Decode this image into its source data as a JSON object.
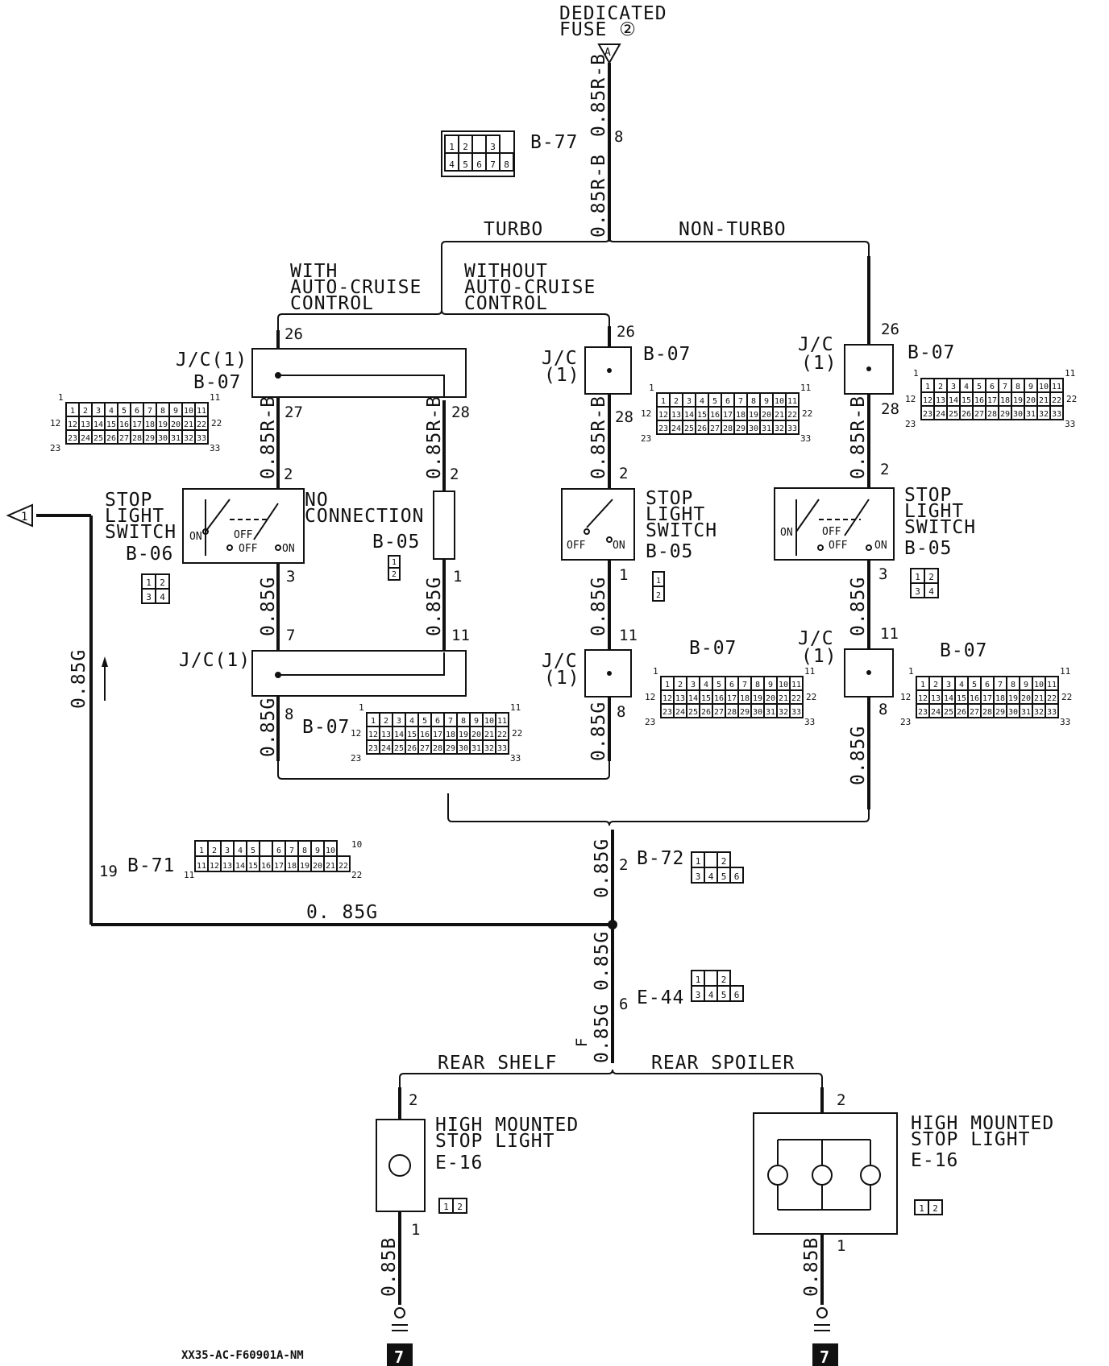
{
  "title_code": "XX35-AC-F60901A-NM",
  "page_refs": [
    "7",
    "7"
  ],
  "fuse": {
    "line1": "DEDICATED",
    "line2": "FUSE ②",
    "marker": "A"
  },
  "offpage": {
    "marker": "1"
  },
  "splits": {
    "turbo": "TURBO",
    "non_turbo": "NON-TURBO",
    "with_acc": [
      "WITH",
      "AUTO-CRUISE",
      "CONTROL"
    ],
    "without_acc": [
      "WITHOUT",
      "AUTO-CRUISE",
      "CONTROL"
    ],
    "rear_shelf": "REAR SHELF",
    "rear_spoiler": "REAR SPOILER"
  },
  "wires": {
    "r_b": "0.85R-B",
    "g": "0.85G",
    "b": "0.85B",
    "g_bottom": "0. 85G"
  },
  "connectors": {
    "b77": "B-77",
    "b07": "B-07",
    "b06": "B-06",
    "b05": "B-05",
    "b71": "B-71",
    "b72": "B-72",
    "e44": "E-44",
    "e16": "E-16",
    "jc": "J/C(1)",
    "jc_a": "J/C",
    "jc_b": "(1)"
  },
  "components": {
    "stop_switch": [
      "STOP",
      "LIGHT",
      "SWITCH"
    ],
    "no_connection": [
      "NO",
      "CONNECTION"
    ],
    "hmsl": [
      "HIGH MOUNTED",
      "STOP LIGHT"
    ],
    "sw_on": "ON",
    "sw_off": "OFF",
    "shelf_marker": "F"
  },
  "pins": {
    "p1": "1",
    "p2": "2",
    "p3": "3",
    "p6": "6",
    "p7": "7",
    "p8": "8",
    "p11": "11",
    "p19": "19",
    "p26": "26",
    "p27": "27",
    "p28": "28"
  },
  "face_b77": [
    [
      "1",
      "2",
      "",
      "3"
    ],
    [
      "4",
      "5",
      "6",
      "7",
      "8"
    ]
  ],
  "face_b07": [
    [
      "1",
      "2",
      "3",
      "4",
      "5",
      "6",
      "7",
      "8",
      "9",
      "10",
      "11"
    ],
    [
      "12",
      "13",
      "14",
      "15",
      "16",
      "17",
      "18",
      "19",
      "20",
      "21",
      "22"
    ],
    [
      "23",
      "24",
      "25",
      "26",
      "27",
      "28",
      "29",
      "30",
      "31",
      "32",
      "33"
    ]
  ],
  "face_b07_corners": [
    "1",
    "11",
    "12",
    "22",
    "23",
    "33"
  ],
  "face_b71": [
    [
      "1",
      "2",
      "3",
      "4",
      "5",
      "",
      "6",
      "7",
      "8",
      "9",
      "10"
    ],
    [
      "11",
      "12",
      "13",
      "14",
      "15",
      "16",
      "17",
      "18",
      "19",
      "20",
      "21",
      "22"
    ]
  ],
  "face_b71_corners": [
    "10",
    "11",
    "22"
  ],
  "face_6pin": [
    [
      "1",
      "",
      "2"
    ],
    [
      "3",
      "4",
      "5",
      "6"
    ]
  ],
  "face_4pin": [
    [
      "1",
      "2"
    ],
    [
      "3",
      "4"
    ]
  ],
  "face_2pin": [
    "1",
    "2"
  ]
}
